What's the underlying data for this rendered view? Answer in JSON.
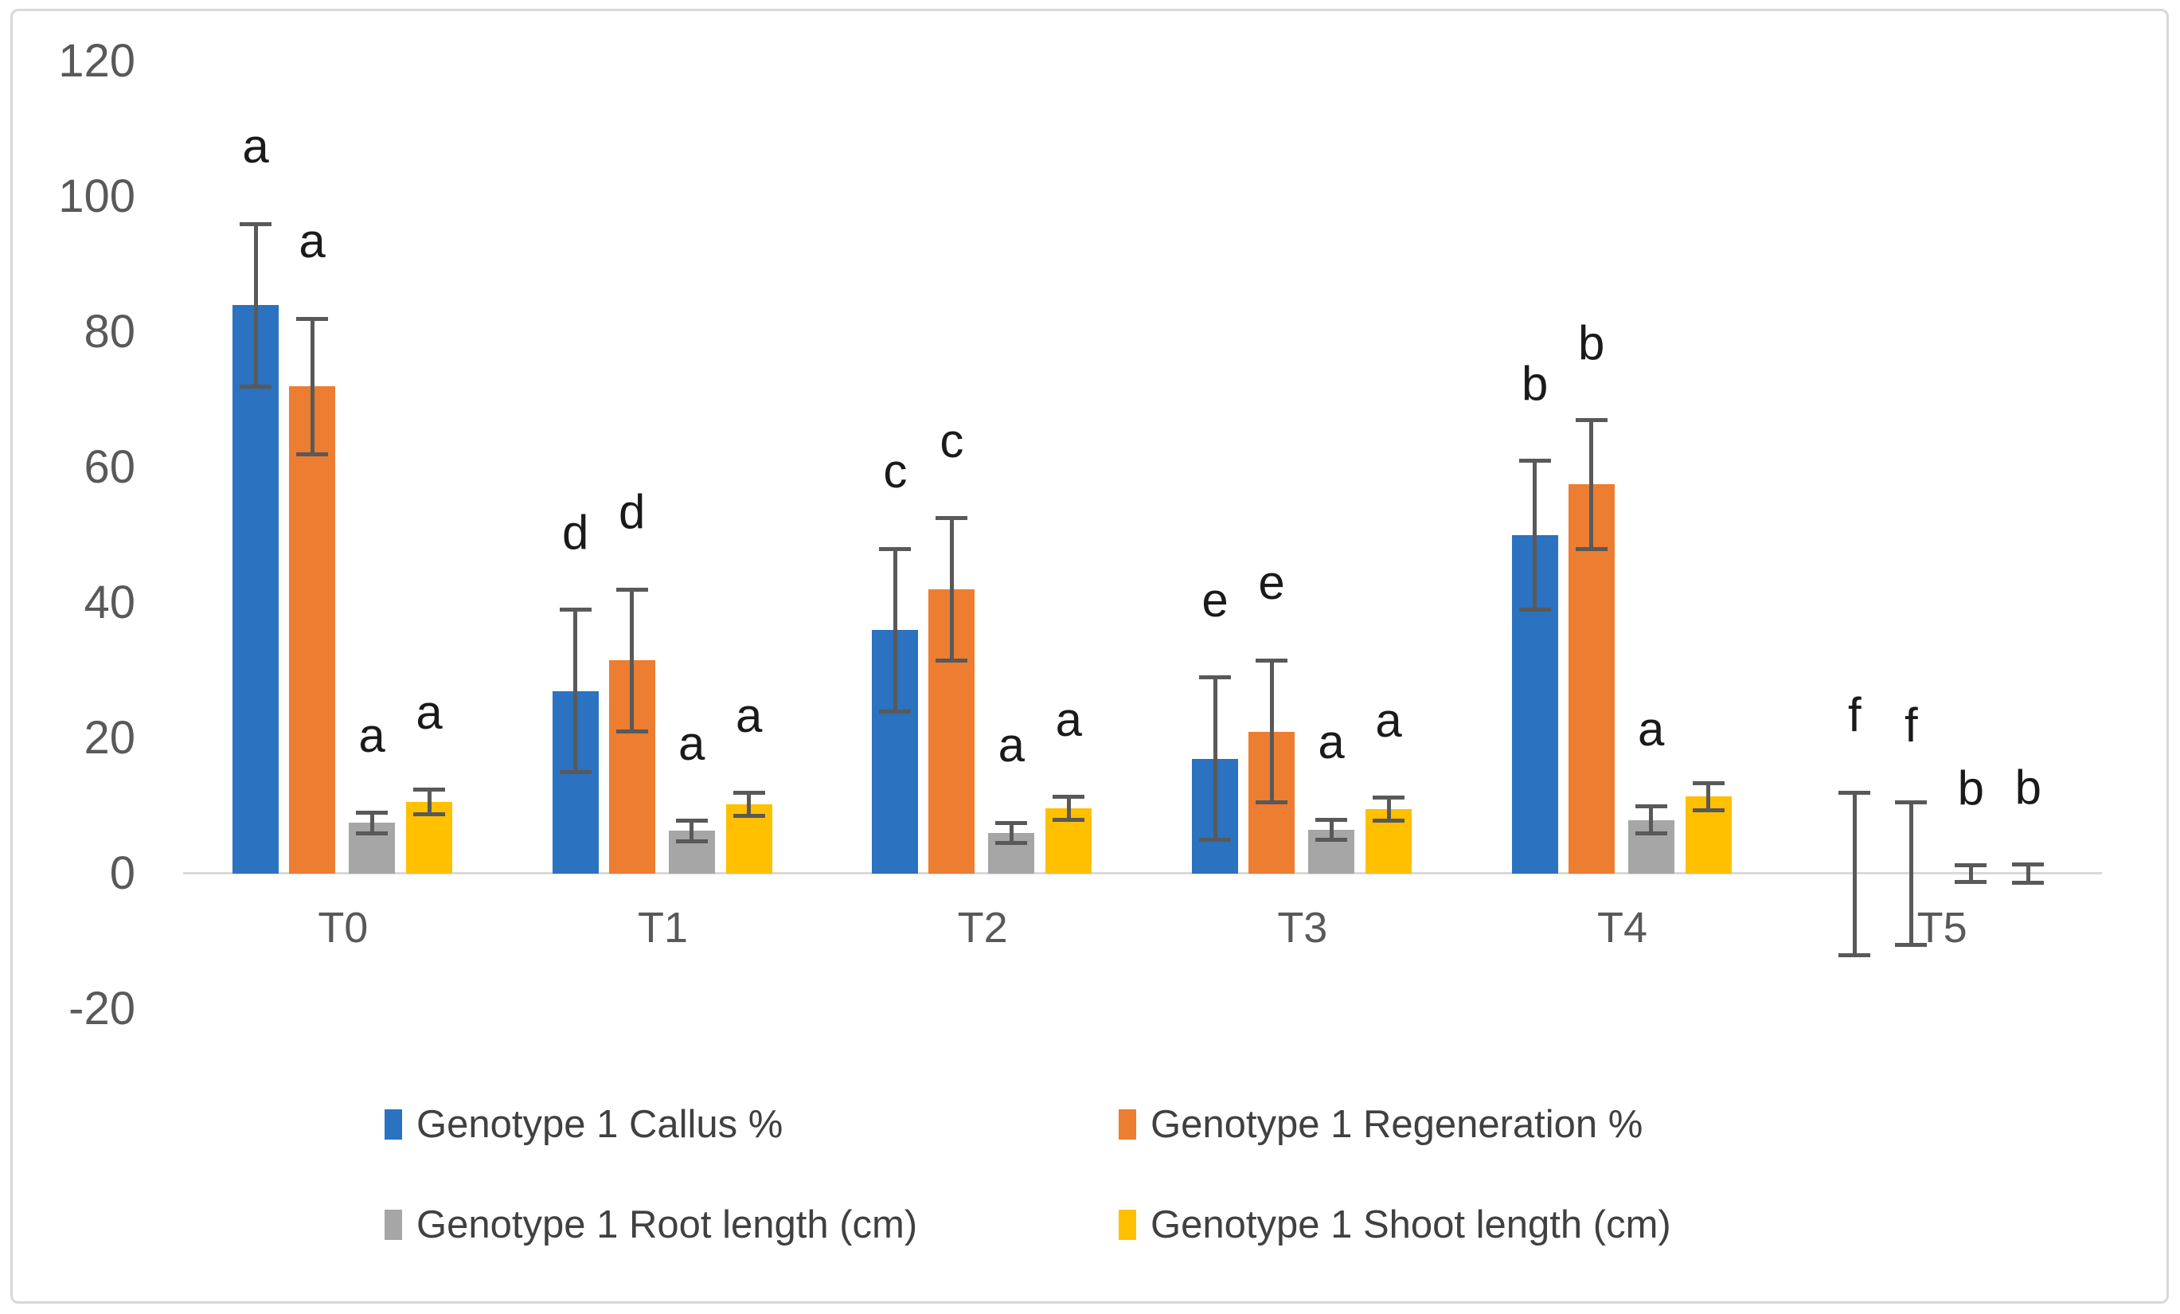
{
  "chart_data": {
    "type": "bar",
    "title": "",
    "xlabel": "",
    "ylabel": "",
    "categories": [
      "T0",
      "T1",
      "T2",
      "T3",
      "T4",
      "T5"
    ],
    "yticks": [
      120,
      100,
      80,
      60,
      40,
      20,
      0,
      -20
    ],
    "ylim": [
      -20,
      120
    ],
    "grid": "off",
    "legend_position": "bottom",
    "error_bars": "symmetric, dark gray caps",
    "series": [
      {
        "name": "Genotype 1 Callus %",
        "color": "#2b72c0",
        "values": [
          84,
          27,
          36,
          17,
          50,
          0
        ],
        "errors": [
          12,
          12,
          12,
          12,
          11,
          12
        ],
        "letters": [
          "a",
          "d",
          "c",
          "e",
          "b",
          "f"
        ]
      },
      {
        "name": "Genotype 1 Regeneration %",
        "color": "#ed7d31",
        "values": [
          72,
          31.5,
          42,
          21,
          57.5,
          0
        ],
        "errors": [
          10,
          10.5,
          10.5,
          10.5,
          9.5,
          10.5
        ],
        "letters": [
          "a",
          "d",
          "c",
          "e",
          "b",
          "f"
        ]
      },
      {
        "name": "Genotype 1 Root length (cm)",
        "color": "#a6a6a6",
        "values": [
          7.5,
          6.3,
          6,
          6.5,
          7.9,
          0
        ],
        "errors": [
          1.5,
          1.5,
          1.5,
          1.5,
          2,
          1.2
        ],
        "letters": [
          "a",
          "a",
          "a",
          "a",
          "a",
          "b"
        ]
      },
      {
        "name": "Genotype 1 Shoot length (cm)",
        "color": "#ffc000",
        "values": [
          10.6,
          10.2,
          9.6,
          9.5,
          11.4,
          0
        ],
        "errors": [
          1.8,
          1.7,
          1.7,
          1.7,
          2,
          1.3
        ],
        "letters": [
          "a",
          "a",
          "a",
          "a",
          "",
          "b"
        ]
      }
    ]
  }
}
